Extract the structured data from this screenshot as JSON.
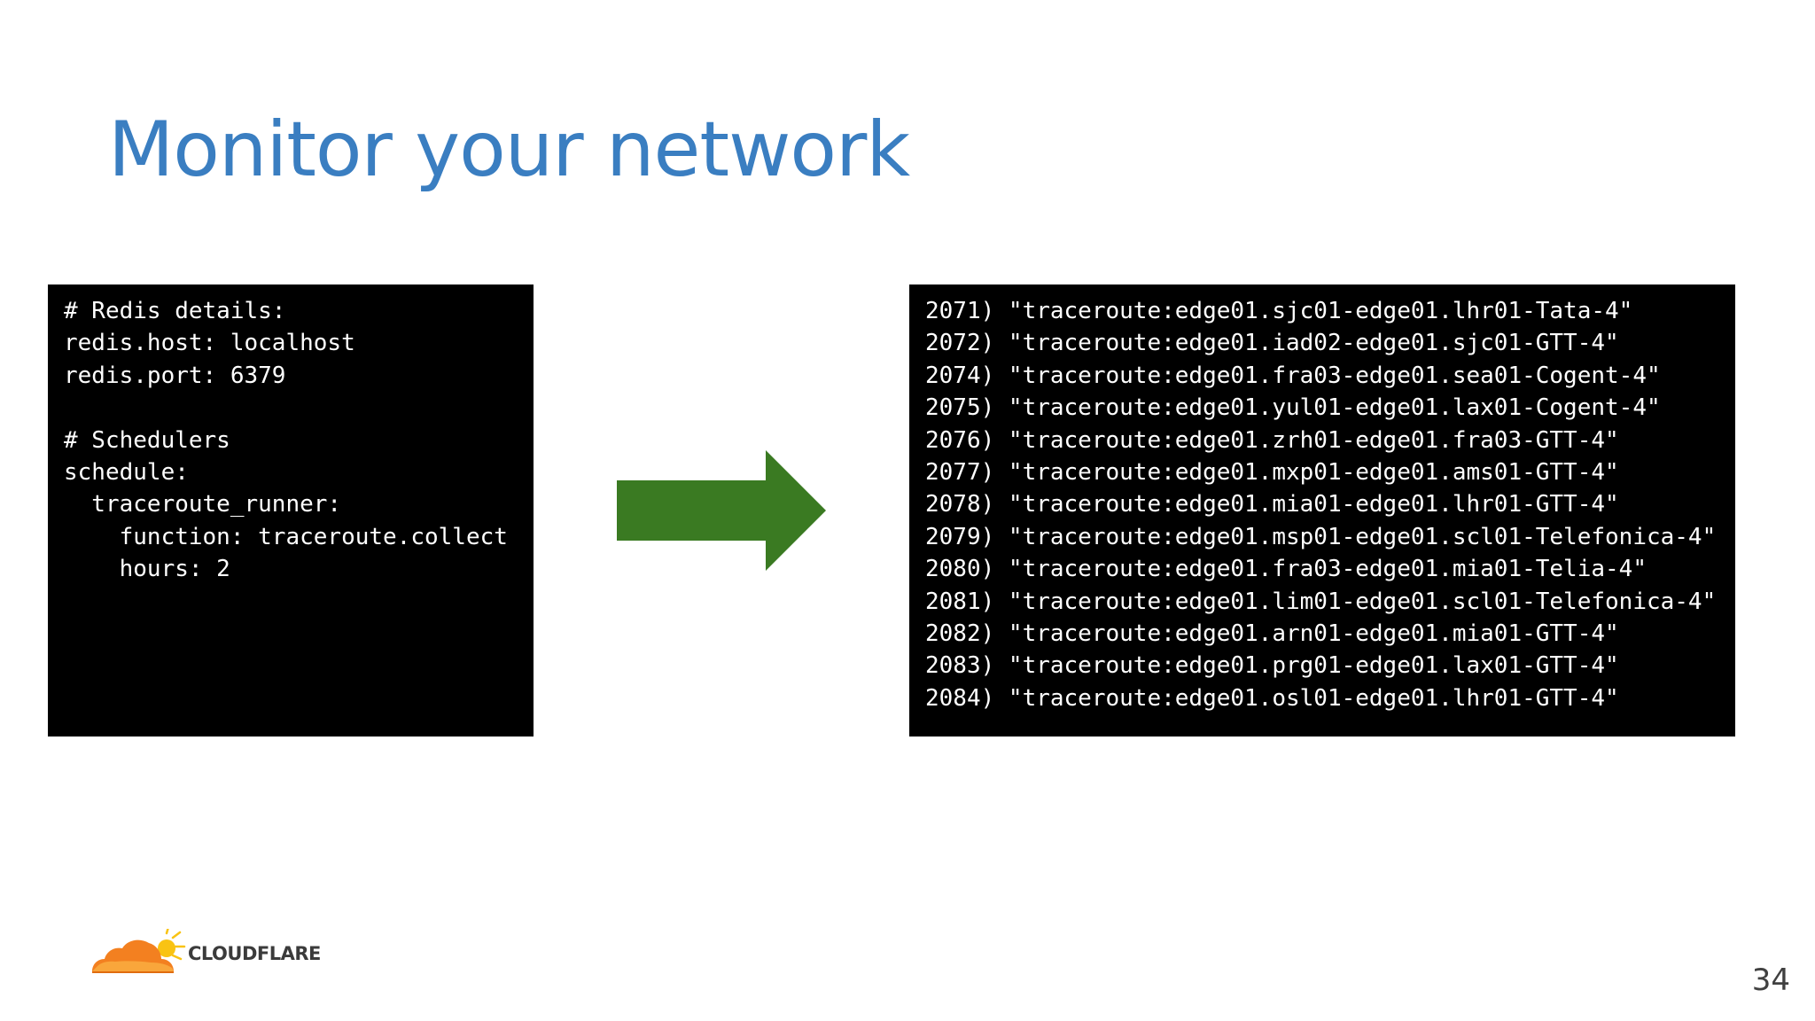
{
  "slide": {
    "title": "Monitor your network",
    "page_number": "34"
  },
  "config_code": {
    "lines": [
      "# Redis details:",
      "redis.host: localhost",
      "redis.port: 6379",
      "",
      "# Schedulers",
      "schedule:",
      "  traceroute_runner:",
      "    function: traceroute.collect",
      "    hours: 2"
    ]
  },
  "redis_output": {
    "lines": [
      "2071) \"traceroute:edge01.sjc01-edge01.lhr01-Tata-4\"",
      "2072) \"traceroute:edge01.iad02-edge01.sjc01-GTT-4\"",
      "2074) \"traceroute:edge01.fra03-edge01.sea01-Cogent-4\"",
      "2075) \"traceroute:edge01.yul01-edge01.lax01-Cogent-4\"",
      "2076) \"traceroute:edge01.zrh01-edge01.fra03-GTT-4\"",
      "2077) \"traceroute:edge01.mxp01-edge01.ams01-GTT-4\"",
      "2078) \"traceroute:edge01.mia01-edge01.lhr01-GTT-4\"",
      "2079) \"traceroute:edge01.msp01-edge01.scl01-Telefonica-4\"",
      "2080) \"traceroute:edge01.fra03-edge01.mia01-Telia-4\"",
      "2081) \"traceroute:edge01.lim01-edge01.scl01-Telefonica-4\"",
      "2082) \"traceroute:edge01.arn01-edge01.mia01-GTT-4\"",
      "2083) \"traceroute:edge01.prg01-edge01.lax01-GTT-4\"",
      "2084) \"traceroute:edge01.osl01-edge01.lhr01-GTT-4\""
    ]
  },
  "arrow": {
    "icon": "right-arrow-icon",
    "color": "#3a7a22"
  },
  "logo": {
    "icon": "cloudflare-cloud-logo",
    "text": "CLOUDFLARE",
    "colors": {
      "cloud": "#f38020",
      "cloud_light": "#f9a63b",
      "sun": "#f9c313"
    }
  }
}
